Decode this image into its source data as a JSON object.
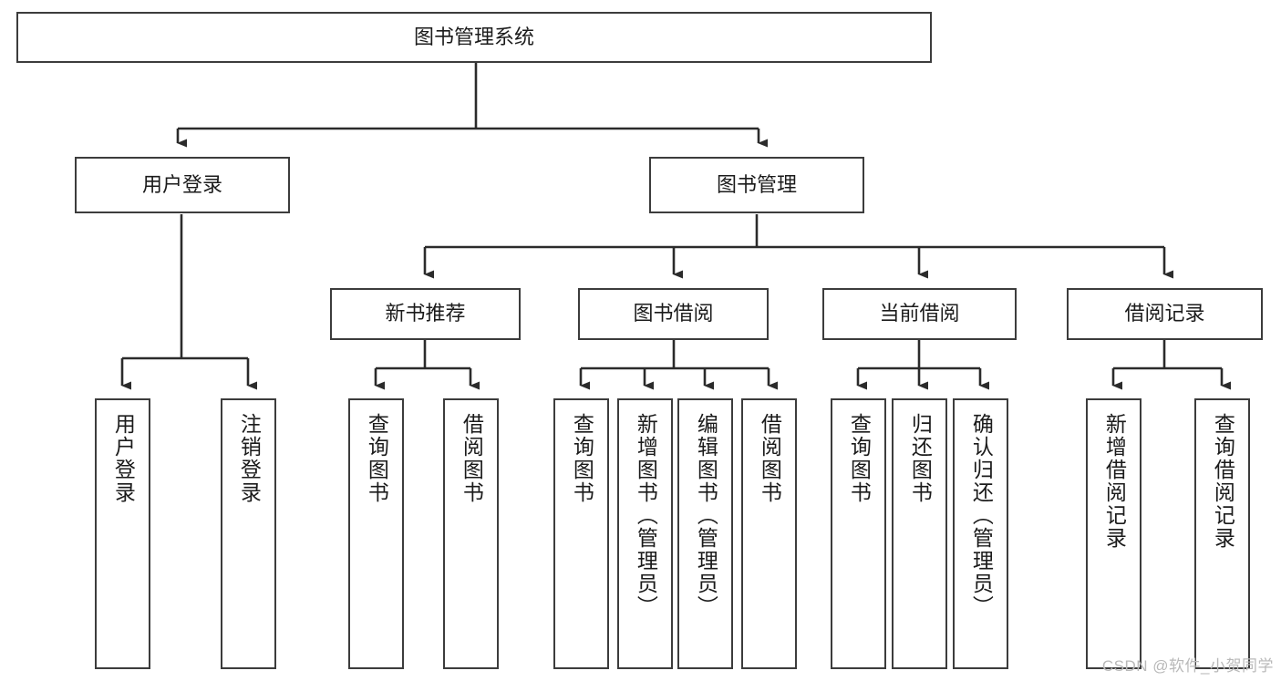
{
  "diagram": {
    "type": "hierarchy-tree",
    "title": "图书管理系统",
    "root": {
      "label": "图书管理系统"
    },
    "level2": [
      {
        "id": "user-login",
        "label": "用户登录"
      },
      {
        "id": "book-manage",
        "label": "图书管理"
      }
    ],
    "level3": [
      {
        "id": "new-book-recommend",
        "label": "新书推荐"
      },
      {
        "id": "book-borrow",
        "label": "图书借阅"
      },
      {
        "id": "current-borrow",
        "label": "当前借阅"
      },
      {
        "id": "borrow-record",
        "label": "借阅记录"
      }
    ],
    "leaves": {
      "user_login": [
        {
          "id": "leaf-user-login",
          "label": "用户登录"
        },
        {
          "id": "leaf-logout-login",
          "label": "注销登录"
        }
      ],
      "new_book_recommend": [
        {
          "id": "leaf-query-book-1",
          "label": "查询图书"
        },
        {
          "id": "leaf-borrow-book-1",
          "label": "借阅图书"
        }
      ],
      "book_borrow": [
        {
          "id": "leaf-query-book-2",
          "label": "查询图书"
        },
        {
          "id": "leaf-add-book",
          "label": "新增图书（管理员）"
        },
        {
          "id": "leaf-edit-book",
          "label": "编辑图书（管理员）"
        },
        {
          "id": "leaf-borrow-book-2",
          "label": "借阅图书"
        }
      ],
      "current_borrow": [
        {
          "id": "leaf-query-book-3",
          "label": "查询图书"
        },
        {
          "id": "leaf-return-book",
          "label": "归还图书"
        },
        {
          "id": "leaf-confirm-return",
          "label": "确认归还（管理员）"
        }
      ],
      "borrow_record": [
        {
          "id": "leaf-add-record",
          "label": "新增借阅记录"
        },
        {
          "id": "leaf-query-record",
          "label": "查询借阅记录"
        }
      ]
    }
  },
  "watermark": {
    "text": "CSDN @软件_小贺同学"
  },
  "colors": {
    "border": "#3c3c3c",
    "background": "#ffffff",
    "text": "#1b1b1b",
    "watermark": "#b9b9b9"
  }
}
